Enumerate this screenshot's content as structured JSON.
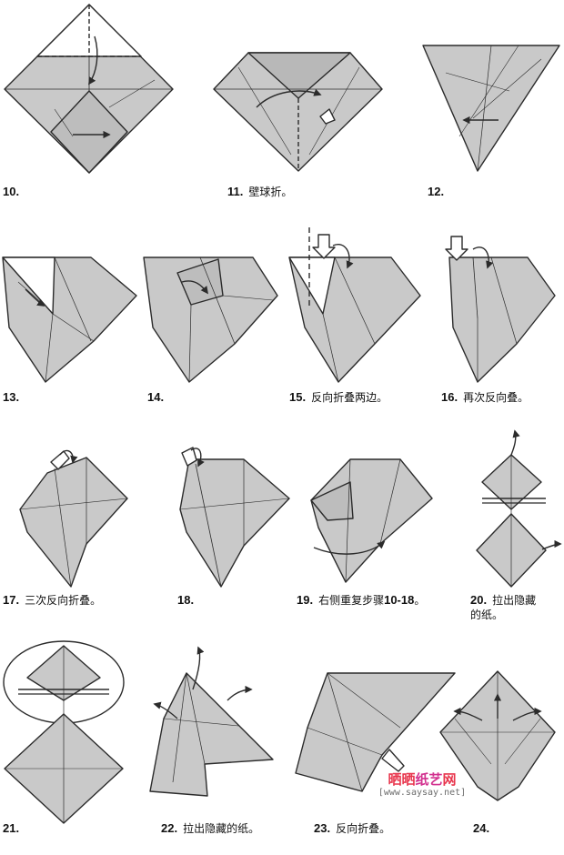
{
  "colors": {
    "paper": "#c9c9c9",
    "line": "#2b2b2b",
    "watermark_red": "#e8364d",
    "watermark_magenta": "#d2318f",
    "watermark_gray": "#6d6d6d"
  },
  "steps": [
    {
      "num": "10.",
      "text": ""
    },
    {
      "num": "11.",
      "text": "壁球折。"
    },
    {
      "num": "12.",
      "text": ""
    },
    {
      "num": "13.",
      "text": ""
    },
    {
      "num": "14.",
      "text": ""
    },
    {
      "num": "15.",
      "text": "反向折叠两边。"
    },
    {
      "num": "16.",
      "text": "再次反向叠。"
    },
    {
      "num": "17.",
      "text": "三次反向折叠。"
    },
    {
      "num": "18.",
      "text": ""
    },
    {
      "num": "19.",
      "text": "右侧重复步骤",
      "bold": "10-18",
      "suffix": "。"
    },
    {
      "num": "20.",
      "text": "拉出隐藏",
      "line2": "的纸。"
    },
    {
      "num": "21.",
      "text": ""
    },
    {
      "num": "22.",
      "text": "拉出隐藏的纸。"
    },
    {
      "num": "23.",
      "text": "反向折叠。"
    },
    {
      "num": "24.",
      "text": ""
    }
  ],
  "watermark": {
    "chars": [
      "晒",
      "晒",
      "纸",
      "艺",
      "网"
    ],
    "url": "[www.saysay.net]"
  }
}
